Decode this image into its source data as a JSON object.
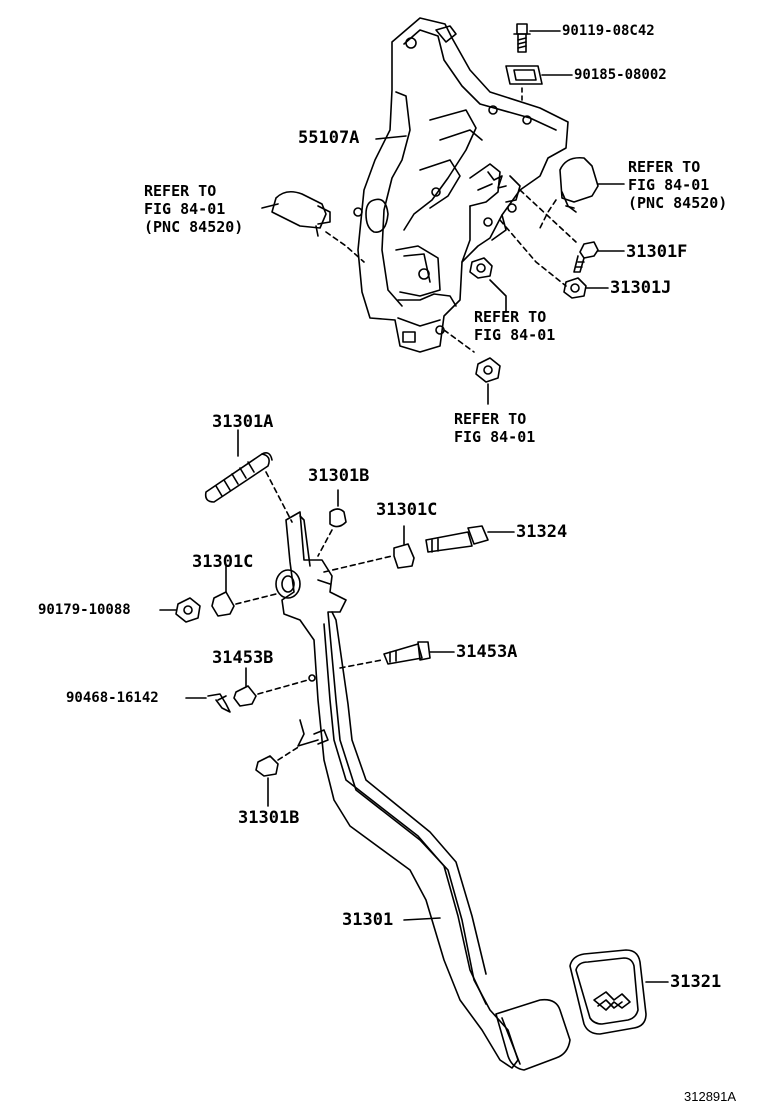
{
  "diagram": {
    "image_id": "312891A",
    "parts": {
      "p90119": "90119-08C42",
      "p90185": "90185-08002",
      "p55107A": "55107A",
      "p31301F": "31301F",
      "p31301J": "31301J",
      "p31301A": "31301A",
      "p31301B_top": "31301B",
      "p31301C_right": "31301C",
      "p31324": "31324",
      "p31301C_left": "31301C",
      "p90179": "90179-10088",
      "p31453B": "31453B",
      "p31453A": "31453A",
      "p90468": "90468-16142",
      "p31301B_bottom": "31301B",
      "p31301": "31301",
      "p31321": "31321"
    },
    "refs": {
      "right_switch": [
        "REFER TO",
        "FIG 84-01",
        "(PNC 84520)"
      ],
      "left_switch": [
        "REFER TO",
        "FIG 84-01",
        "(PNC 84520)"
      ],
      "nut_mid": [
        "REFER TO",
        "FIG 84-01"
      ],
      "nut_bottom": [
        "REFER TO",
        "FIG 84-01"
      ]
    }
  }
}
